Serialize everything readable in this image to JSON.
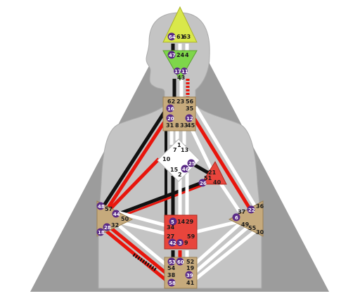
{
  "colors": {
    "background": "#ffffff",
    "triangle": "#9c9c9c",
    "silhouette": "#c4c4c4",
    "silhouette_edge": "#aaaaaa",
    "center_tan": "#c6aa7c",
    "head_fill": "#d9e84a",
    "ajna_fill": "#7ed64a",
    "defined_red": "#e8453c",
    "g_center": "#ffffff",
    "channel_black": "#111111",
    "channel_red": "#e8150c",
    "channel_white": "#ffffff",
    "activation_circle": "#5a2a86"
  },
  "centers": [
    {
      "id": "head",
      "shape": "triangle-up",
      "fill": "#d9e84a",
      "state": "defined"
    },
    {
      "id": "ajna",
      "shape": "triangle-down",
      "fill": "#7ed64a",
      "state": "defined"
    },
    {
      "id": "throat",
      "shape": "square",
      "fill": "#c6aa7c",
      "state": "undefined"
    },
    {
      "id": "g",
      "shape": "diamond",
      "fill": "#ffffff",
      "state": "undefined"
    },
    {
      "id": "heart",
      "shape": "triangle",
      "fill": "#e8453c",
      "state": "defined"
    },
    {
      "id": "spleen",
      "shape": "triangle",
      "fill": "#c6aa7c",
      "state": "undefined"
    },
    {
      "id": "solar-plexus",
      "shape": "triangle",
      "fill": "#c6aa7c",
      "state": "undefined"
    },
    {
      "id": "sacral",
      "shape": "square",
      "fill": "#e8453c",
      "state": "defined"
    },
    {
      "id": "root",
      "shape": "square",
      "fill": "#c6aa7c",
      "state": "undefined"
    }
  ],
  "gates": {
    "g64": "64",
    "g61": "61",
    "g63": "63",
    "g47": "47",
    "g24": "24",
    "g4": "4",
    "g17": "17",
    "g11": "11",
    "g43": "43",
    "g62": "62",
    "g23": "23",
    "g56": "56",
    "g16": "16",
    "g35": "35",
    "g20": "20",
    "g12": "12",
    "g31": "31",
    "g8": "8",
    "g33": "33",
    "g45": "45",
    "g1": "1",
    "g7": "7",
    "g13": "13",
    "g10": "10",
    "g25": "25",
    "g46": "46",
    "g15": "15",
    "g2": "2",
    "g21": "21",
    "g51": "51",
    "g26": "26",
    "g40": "40",
    "g48": "48",
    "g57": "57",
    "g44": "44",
    "g50": "50",
    "g32": "32",
    "g28": "28",
    "g18": "18",
    "g36": "36",
    "g37": "37",
    "g6": "6",
    "g22": "22",
    "g49": "49",
    "g55": "55",
    "g30": "30",
    "g5": "5",
    "g14": "14",
    "g29": "29",
    "g34": "34",
    "g27": "27",
    "g59": "59",
    "g42": "42",
    "g3": "3",
    "g9": "9",
    "g53": "53",
    "g60": "60",
    "g52": "52",
    "g54": "54",
    "g19": "19",
    "g38": "38",
    "g39": "39",
    "g58": "58",
    "g41": "41"
  },
  "activated_gates": [
    "64",
    "47",
    "17",
    "11",
    "16",
    "20",
    "12",
    "25",
    "46",
    "26",
    "48",
    "44",
    "28",
    "18",
    "6",
    "22",
    "5",
    "42",
    "3",
    "53",
    "60",
    "39",
    "58"
  ],
  "channels": [
    {
      "id": "64-47",
      "coloring": "black"
    },
    {
      "id": "17-62",
      "coloring": "black+red"
    },
    {
      "id": "11-56",
      "coloring": "red"
    },
    {
      "id": "20-57",
      "coloring": "black"
    },
    {
      "id": "20-34",
      "coloring": "black+red"
    },
    {
      "id": "10-20",
      "coloring": "white"
    },
    {
      "id": "16-48",
      "coloring": "black"
    },
    {
      "id": "12-22",
      "coloring": "red"
    },
    {
      "id": "35-36",
      "coloring": "white"
    },
    {
      "id": "45-21",
      "coloring": "white"
    },
    {
      "id": "25-51",
      "coloring": "black"
    },
    {
      "id": "26-44",
      "coloring": "black"
    },
    {
      "id": "40-37",
      "coloring": "white"
    },
    {
      "id": "2-14",
      "coloring": "black"
    },
    {
      "id": "15-5",
      "coloring": "black"
    },
    {
      "id": "46-29",
      "coloring": "black"
    },
    {
      "id": "10-57",
      "coloring": "red"
    },
    {
      "id": "10-34",
      "coloring": "white"
    },
    {
      "id": "57-34",
      "coloring": "white"
    },
    {
      "id": "50-27",
      "coloring": "white"
    },
    {
      "id": "59-6",
      "coloring": "white"
    },
    {
      "id": "18-58",
      "coloring": "red"
    },
    {
      "id": "28-38",
      "coloring": "red"
    },
    {
      "id": "32-54",
      "coloring": "black+red"
    },
    {
      "id": "30-41",
      "coloring": "white"
    },
    {
      "id": "55-39",
      "coloring": "white"
    },
    {
      "id": "49-19",
      "coloring": "white"
    },
    {
      "id": "42-53",
      "coloring": "black"
    },
    {
      "id": "3-60",
      "coloring": "black+red"
    },
    {
      "id": "9-52",
      "coloring": "white"
    }
  ]
}
